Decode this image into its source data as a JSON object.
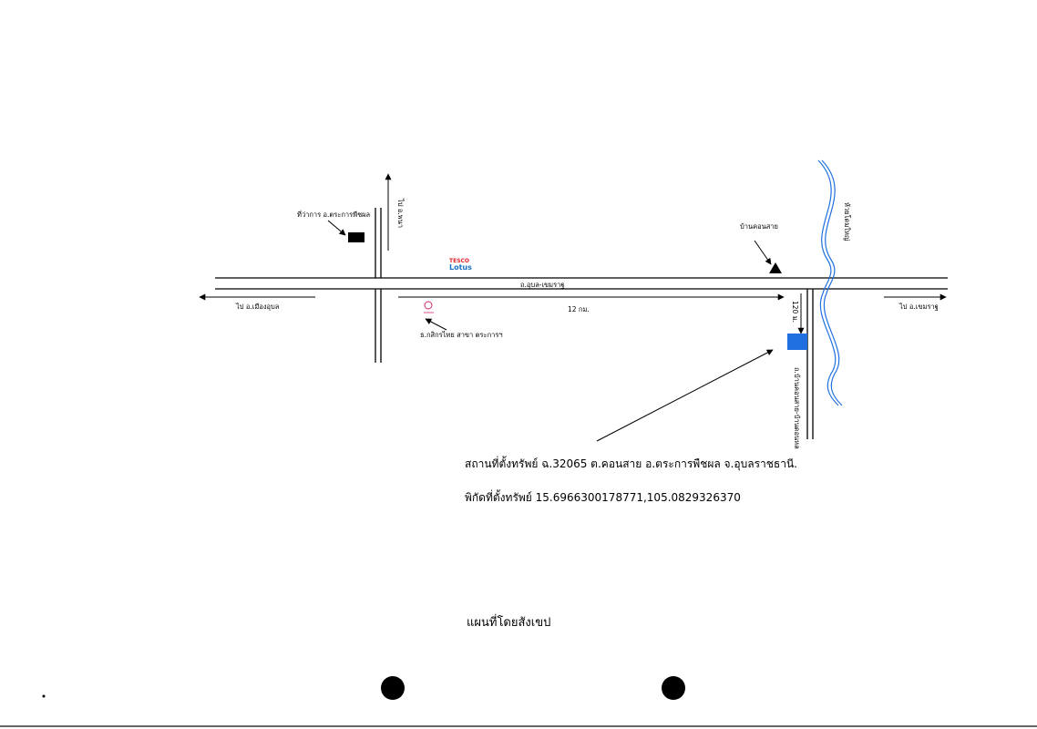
{
  "map": {
    "labels": {
      "district_office": "ที่ว่าการ อ.ตระการพืชผล",
      "to_north": "ไป อ.พนา",
      "tesco_line1": "TESCO",
      "tesco_line2": "Lotus",
      "main_road": "ถ.อุบล-เขมราฐ",
      "to_west": "ไป อ.เมืองอุบล",
      "distance_main": "12 กม.",
      "bank": "ธ.กสิกรไทย สาขา ตระการฯ",
      "village": "บ้านคอนสาย",
      "to_east": "ไป อ.เขมราฐ",
      "distance_side": "120 ม.",
      "side_road": "ถ.บ้านคอนสาย-บ้านดอนหล",
      "river": "ห้วยโดมใหญ่"
    },
    "colors": {
      "target_marker": "#1f6fe0",
      "river": "#1f6fe0",
      "bank_logo": "#d4246e",
      "tesco_red": "#e0242a",
      "tesco_blue": "#1a6fc0"
    }
  },
  "captions": {
    "address": "สถานที่ตั้งทรัพย์ ฉ.32065 ต.คอนสาย อ.ตระการพืชผล จ.อุบลราชธานี.",
    "coordinates": "พิกัดที่ตั้งทรัพย์ 15.6966300178771,105.0829326370",
    "title": "แผนที่โดยสังเขป"
  }
}
